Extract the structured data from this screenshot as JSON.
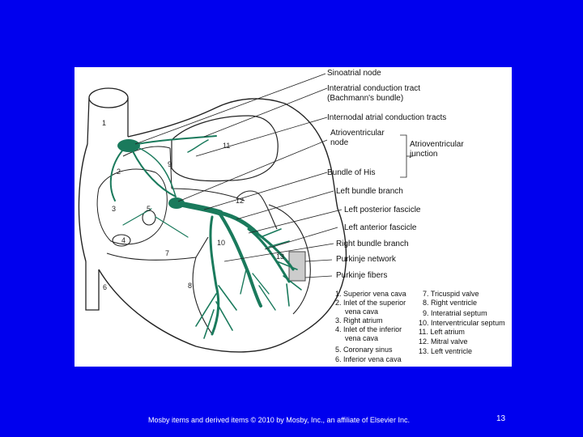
{
  "labels": {
    "sinoatrial": "Sinoatrial node",
    "interatrial_1": "Interatrial conduction tract",
    "interatrial_2": "(Bachmann's bundle)",
    "internodal": "Internodal atrial conduction tracts",
    "av_node_1": "Atrioventricular",
    "av_node_2": "node",
    "av_junction_1": "Atrioventricular",
    "av_junction_2": "junction",
    "his": "Bundle of His",
    "left_bundle": "Left bundle branch",
    "left_posterior": "Left posterior fascicle",
    "left_anterior": "Left anterior fascicle",
    "right_bundle": "Right bundle branch",
    "purkinje_network": "Purkinje network",
    "purkinje_fibers": "Purkinje fibers"
  },
  "numbers": [
    "1",
    "2",
    "3",
    "4",
    "5",
    "6",
    "7",
    "8",
    "9",
    "10",
    "11",
    "12",
    "13"
  ],
  "key_left": [
    [
      "1.",
      "Superior vena cava"
    ],
    [
      "2.",
      "Inlet of the superior"
    ],
    [
      "",
      "vena cava"
    ],
    [
      "3.",
      "Right atrium"
    ],
    [
      "4.",
      "Inlet of the inferior"
    ],
    [
      "",
      "vena cava"
    ],
    [
      "5.",
      "Coronary sinus"
    ],
    [
      "6.",
      "Inferior vena cava"
    ]
  ],
  "key_right": [
    [
      "7.",
      "Tricuspid valve"
    ],
    [
      "8.",
      "Right ventricle"
    ],
    [
      "9.",
      "Interatrial septum"
    ],
    [
      "10.",
      "Interventricular septum"
    ],
    [
      "11.",
      "Left atrium"
    ],
    [
      "12.",
      "Mitral valve"
    ],
    [
      "13.",
      "Left ventricle"
    ]
  ],
  "footer": {
    "credit": "Mosby items and derived items © 2010 by Mosby, Inc., an affiliate of Elsevier Inc.",
    "slide_number": "13"
  },
  "colors": {
    "background": "#0000ee",
    "conduction": "#1a7a5c",
    "outline": "#222222"
  }
}
